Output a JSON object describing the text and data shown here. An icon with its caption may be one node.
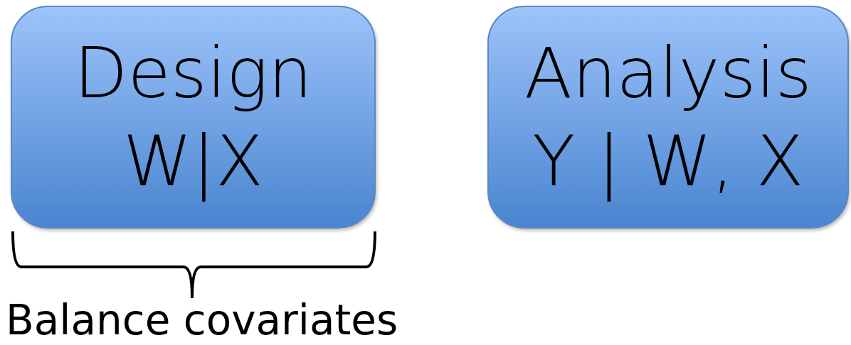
{
  "diagram": {
    "nodes": [
      {
        "text": [
          "Design",
          "W|X"
        ]
      },
      {
        "text": [
          "Analysis",
          "Y | W, X"
        ]
      }
    ],
    "labels": [
      "Balance covariates"
    ]
  }
}
